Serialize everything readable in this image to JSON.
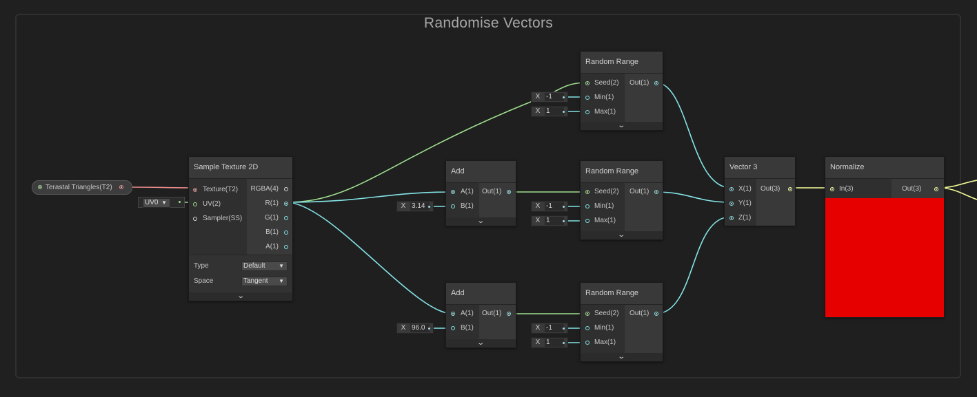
{
  "group": {
    "title": "Randomise Vectors"
  },
  "colors": {
    "texture_wire": "#e88a8a",
    "float_wire": "#84e4e7",
    "vec2_wire": "#9fe08f",
    "vec3_wire": "#f6ff9a",
    "preview": "#e60000"
  },
  "property": {
    "label": "Terastal Triangles(T2)"
  },
  "uv_field": {
    "value": "UV0"
  },
  "sample_texture": {
    "title": "Sample Texture 2D",
    "inputs": [
      "Texture(T2)",
      "UV(2)",
      "Sampler(SS)"
    ],
    "outputs": [
      "RGBA(4)",
      "R(1)",
      "G(1)",
      "B(1)",
      "A(1)"
    ],
    "type_label": "Type",
    "type_value": "Default",
    "space_label": "Space",
    "space_value": "Tangent"
  },
  "add_1": {
    "title": "Add",
    "inputs": [
      "A(1)",
      "B(1)"
    ],
    "output": "Out(1)",
    "b_axis": "X",
    "b_value": "3.14"
  },
  "add_2": {
    "title": "Add",
    "inputs": [
      "A(1)",
      "B(1)"
    ],
    "output": "Out(1)",
    "b_axis": "X",
    "b_value": "96.0"
  },
  "random_1": {
    "title": "Random Range",
    "inputs": [
      "Seed(2)",
      "Min(1)",
      "Max(1)"
    ],
    "output": "Out(1)",
    "min_axis": "X",
    "min_value": "-1",
    "max_axis": "X",
    "max_value": "1"
  },
  "random_2": {
    "title": "Random Range",
    "inputs": [
      "Seed(2)",
      "Min(1)",
      "Max(1)"
    ],
    "output": "Out(1)",
    "min_axis": "X",
    "min_value": "-1",
    "max_axis": "X",
    "max_value": "1"
  },
  "random_3": {
    "title": "Random Range",
    "inputs": [
      "Seed(2)",
      "Min(1)",
      "Max(1)"
    ],
    "output": "Out(1)",
    "min_axis": "X",
    "min_value": "-1",
    "max_axis": "X",
    "max_value": "1"
  },
  "vector3": {
    "title": "Vector 3",
    "inputs": [
      "X(1)",
      "Y(1)",
      "Z(1)"
    ],
    "output": "Out(3)"
  },
  "normalize": {
    "title": "Normalize",
    "input": "In(3)",
    "output": "Out(3)"
  },
  "icons": {
    "expand": "chevron-down-icon",
    "dropdown": "dropdown-arrow-icon"
  }
}
